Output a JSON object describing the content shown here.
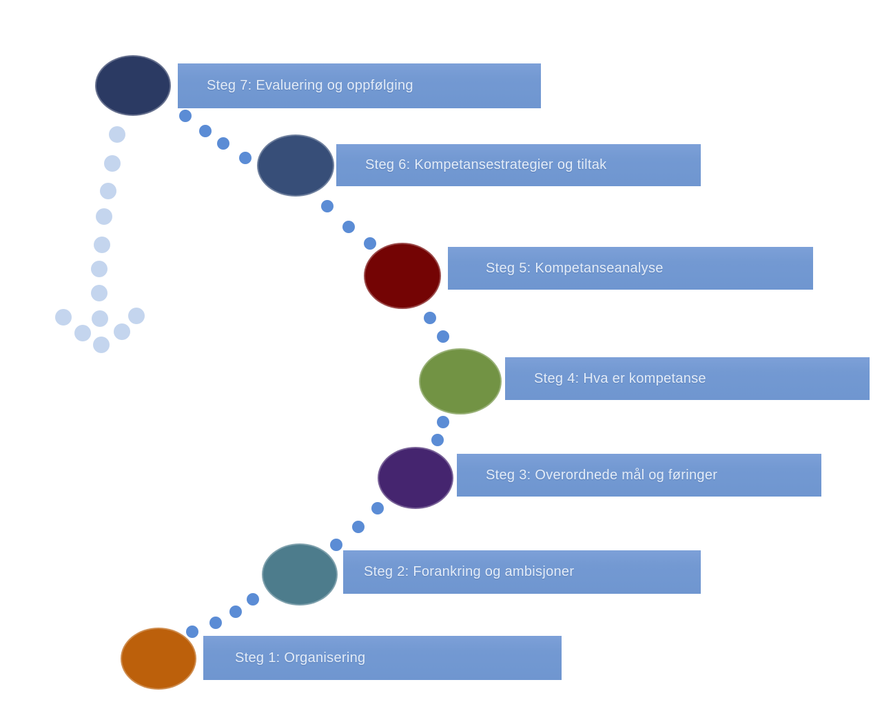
{
  "colors": {
    "background": "#ffffff",
    "bar": "#7399d2",
    "bar_text": "#e3ecf8",
    "connector_dot": "#5b8cd5",
    "arrow_dot": "#c4d5ee"
  },
  "steps": [
    {
      "name": "steg-7",
      "label": "Steg 7: Evaluering og oppfølging",
      "color": "#2b3a63"
    },
    {
      "name": "steg-6",
      "label": "Steg 6: Kompetansestrategier og tiltak",
      "color": "#374e78"
    },
    {
      "name": "steg-5",
      "label": "Steg 5: Kompetanseanalyse",
      "color": "#740404"
    },
    {
      "name": "steg-4",
      "label": "Steg 4: Hva er kompetanse",
      "color": "#729344"
    },
    {
      "name": "steg-3",
      "label": "Steg 3: Overordnede mål og føringer",
      "color": "#45256f"
    },
    {
      "name": "steg-2",
      "label": "Steg 2: Forankring og ambisjoner",
      "color": "#4d7c8c"
    },
    {
      "name": "steg-1",
      "label": "Steg 1: Organisering",
      "color": "#bc600b"
    }
  ],
  "arrow": {
    "direction": "down"
  }
}
